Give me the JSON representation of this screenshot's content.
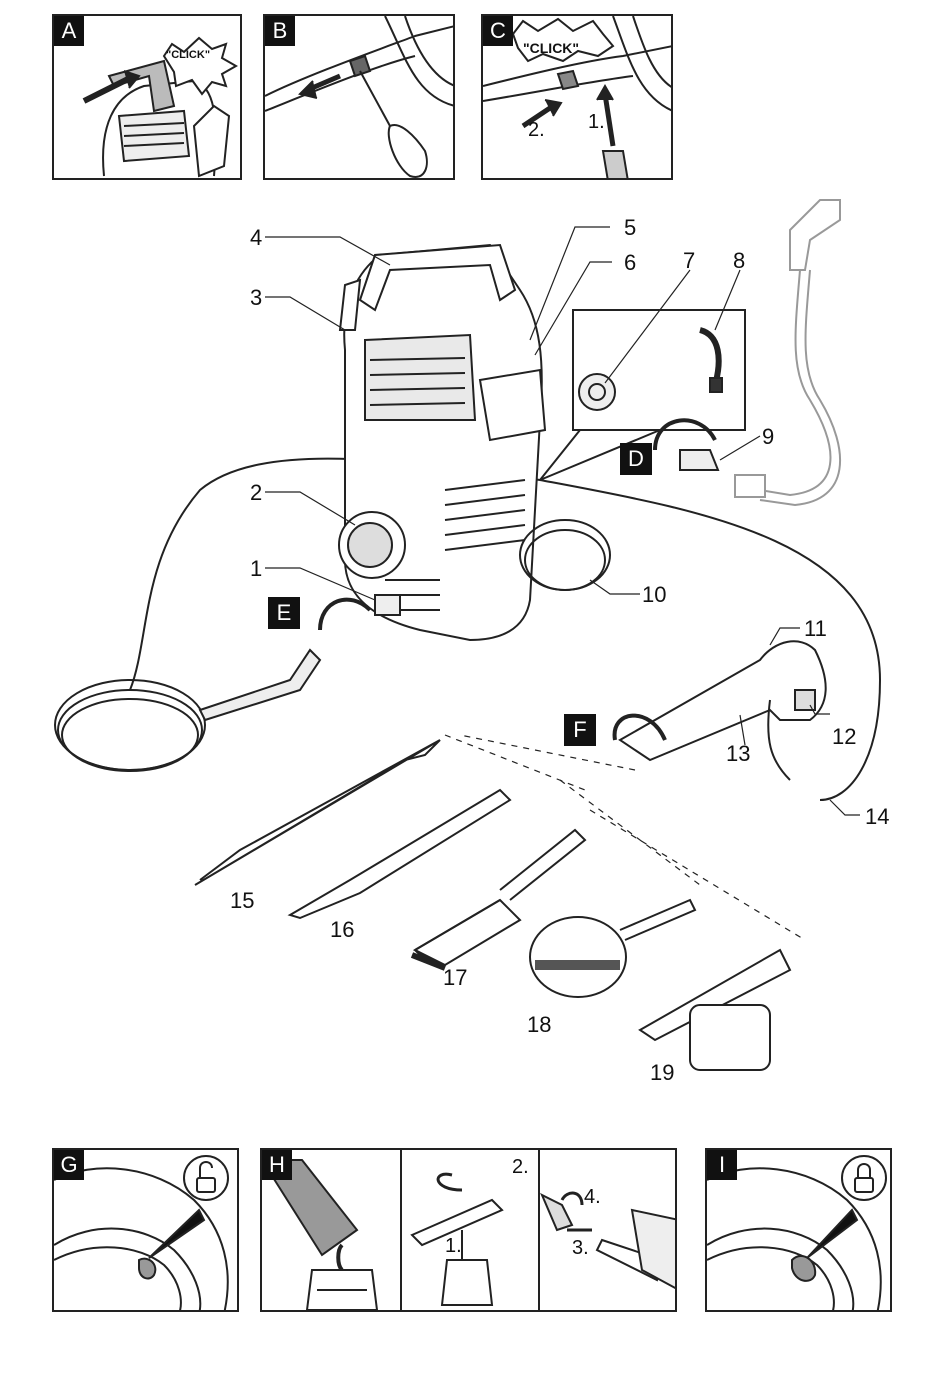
{
  "top_panels": {
    "a": {
      "letter": "A",
      "click": "\"CLICK\""
    },
    "b": {
      "letter": "B"
    },
    "c": {
      "letter": "C",
      "click": "\"CLICK\"",
      "step1": "1.",
      "step2": "2."
    }
  },
  "main": {
    "parts": [
      "1",
      "2",
      "3",
      "4",
      "5",
      "6",
      "7",
      "8",
      "9",
      "10",
      "11",
      "12",
      "13",
      "14",
      "15",
      "16",
      "17",
      "18",
      "19"
    ],
    "steps": {
      "d": "D",
      "e": "E",
      "f": "F"
    }
  },
  "bottom_panels": {
    "g": {
      "letter": "G",
      "icon": "unlock-icon"
    },
    "h": {
      "letter": "H",
      "step1": "1.",
      "step2": "2.",
      "step3": "3.",
      "step4": "4."
    },
    "i": {
      "letter": "I",
      "icon": "lock-icon"
    }
  }
}
